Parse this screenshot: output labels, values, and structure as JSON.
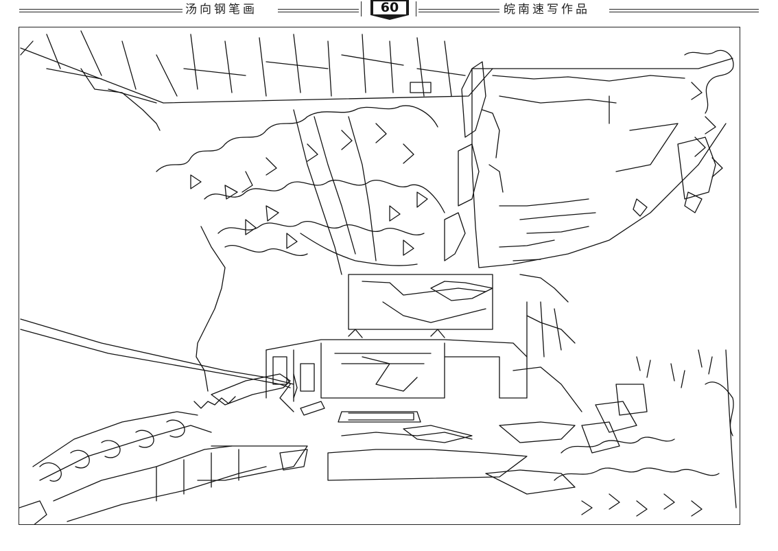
{
  "header": {
    "left_title": "汤向钢笔画",
    "page_number": "60",
    "right_title": "皖南速写作品"
  }
}
